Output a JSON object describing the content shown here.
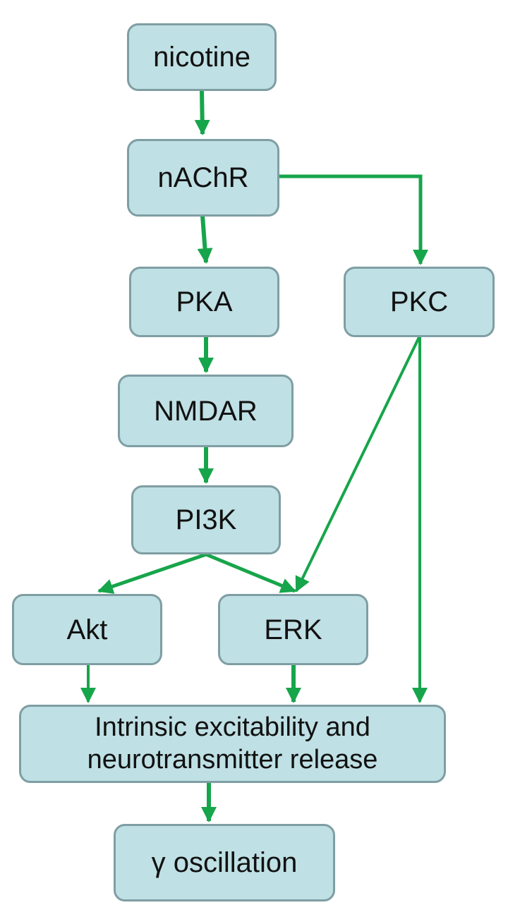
{
  "colors": {
    "node_fill": "#bfe0e4",
    "node_border": "#7f9ea3",
    "arrow": "#17a54b"
  },
  "nodes": {
    "nicotine": "nicotine",
    "nachr": "nAChR",
    "pka": "PKA",
    "pkc": "PKC",
    "nmdar": "NMDAR",
    "pi3k": "PI3K",
    "akt": "Akt",
    "erk": "ERK",
    "excitability": {
      "line1": "Intrinsic excitability and",
      "line2": "neurotransmitter release"
    },
    "gamma": "γ oscillation"
  },
  "edges": [
    {
      "from": "nicotine",
      "to": "nAChR"
    },
    {
      "from": "nAChR",
      "to": "PKA"
    },
    {
      "from": "nAChR",
      "to": "PKC"
    },
    {
      "from": "PKA",
      "to": "NMDAR"
    },
    {
      "from": "NMDAR",
      "to": "PI3K"
    },
    {
      "from": "PI3K",
      "to": "Akt"
    },
    {
      "from": "PI3K",
      "to": "ERK"
    },
    {
      "from": "PKC",
      "to": "ERK"
    },
    {
      "from": "PKC",
      "to": "Intrinsic excitability and neurotransmitter release"
    },
    {
      "from": "Akt",
      "to": "Intrinsic excitability and neurotransmitter release"
    },
    {
      "from": "ERK",
      "to": "Intrinsic excitability and neurotransmitter release"
    },
    {
      "from": "Intrinsic excitability and neurotransmitter release",
      "to": "γ oscillation"
    }
  ]
}
